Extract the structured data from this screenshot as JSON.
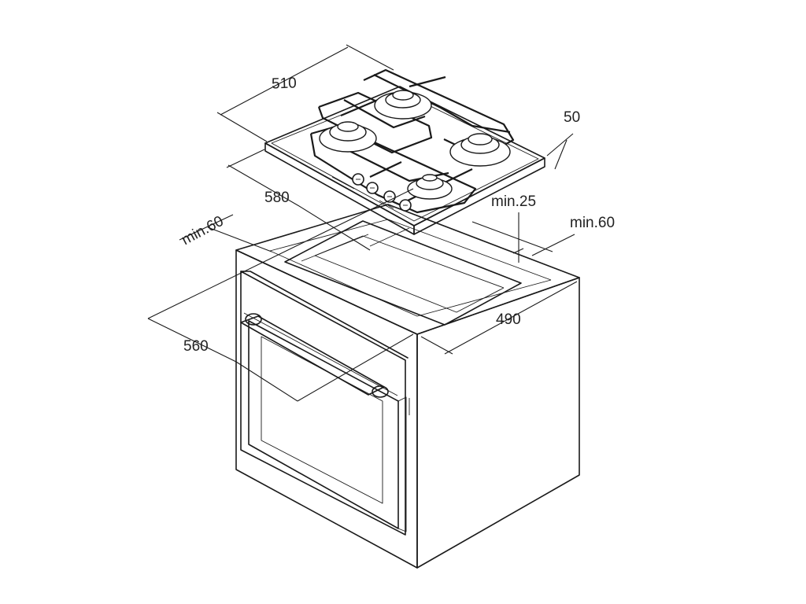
{
  "dimensions": {
    "hob_width": "510",
    "hob_height": "50",
    "cutout_depth": "580",
    "side_clearance_left": "min.60",
    "gap_above_oven": "min.25",
    "side_clearance_right": "min.60",
    "cabinet_depth": "490",
    "cabinet_width": "560"
  }
}
